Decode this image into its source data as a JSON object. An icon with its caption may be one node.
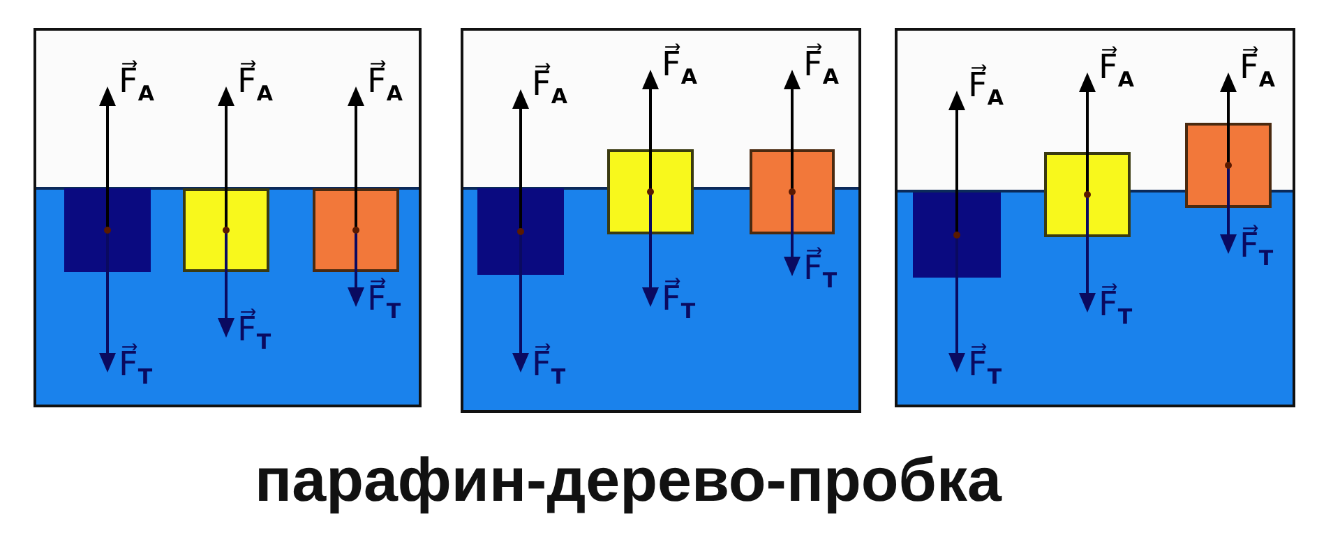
{
  "diagram": {
    "caption": "парафин-дерево-пробка",
    "nodes": [
      {
        "text": [],
        "shape": "box"
      },
      {
        "text": [],
        "shape": "box",
        "in": 0,
        "beside": [
          "F⃗$_{A}$",
          "F⃗$_{Т}$"
        ]
      },
      {
        "text": [],
        "shape": "box",
        "in": 0,
        "beside": [
          "F⃗$_{A}$",
          "F⃗$_{Т}$"
        ]
      },
      {
        "text": [],
        "shape": "box",
        "in": 0,
        "beside": [
          "F⃗$_{A}$",
          "F⃗$_{Т}$"
        ]
      },
      {
        "text": [],
        "shape": "box"
      },
      {
        "text": [],
        "shape": "box",
        "in": 4,
        "beside": [
          "F⃗$_{A}$",
          "F⃗$_{Т}$"
        ]
      },
      {
        "text": [],
        "shape": "box",
        "in": 4,
        "beside": [
          "F⃗$_{A}$",
          "F⃗$_{Т}$"
        ]
      },
      {
        "text": [],
        "shape": "box",
        "in": 4,
        "beside": [
          "F⃗$_{A}$",
          "F⃗$_{Т}$"
        ]
      },
      {
        "text": [],
        "shape": "box"
      },
      {
        "text": [],
        "shape": "box",
        "in": 8,
        "beside": [
          "F⃗$_{A}$",
          "F⃗$_{Т}$"
        ]
      },
      {
        "text": [],
        "shape": "box",
        "in": 8,
        "beside": [
          "F⃗$_{A}$",
          "F⃗$_{Т}$"
        ]
      },
      {
        "text": [],
        "shape": "box",
        "in": 8,
        "beside": [
          "F⃗$_{A}$",
          "F⃗$_{Т}$"
        ]
      }
    ]
  }
}
